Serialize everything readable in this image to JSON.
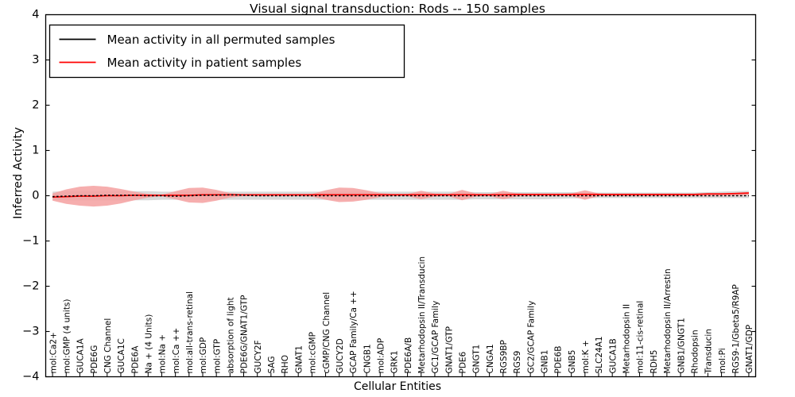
{
  "chart_data": {
    "type": "line",
    "title": "Visual signal transduction: Rods -- 150 samples",
    "xlabel": "Cellular Entities",
    "ylabel": "Inferred Activity",
    "ylim": [
      -4,
      4
    ],
    "yticks": [
      -4,
      -3,
      -2,
      -1,
      0,
      1,
      2,
      3,
      4
    ],
    "ytick_labels": [
      "−4",
      "−3",
      "−2",
      "−1",
      "0",
      "1",
      "2",
      "3",
      "4"
    ],
    "grid": false,
    "legend_position": "upper left",
    "legend": [
      {
        "label": "Mean activity in all permuted samples",
        "color": "#000000",
        "style": "solid"
      },
      {
        "label": "Mean activity in patient samples",
        "color": "#ff0000",
        "style": "solid"
      }
    ],
    "colors": {
      "permuted_mean": "#000000",
      "permuted_band": "#d9d9d9",
      "patient_mean": "#ff0000",
      "patient_band": "#f4a0a0",
      "axis": "#000000",
      "background": "#ffffff"
    },
    "categories": [
      "mol:Ca2+",
      "mol:GMP (4 units)",
      "GUCA1A",
      "PDE6G",
      "CNG Channel",
      "GUCA1C",
      "PDE6A",
      "Na + (4 Units)",
      "mol:Na +",
      "mol:Ca ++",
      "mol:all-trans-retinal",
      "mol:GDP",
      "mol:GTP",
      "absorption of light",
      "PDE6G/GNAT1/GTP",
      "GUCY2F",
      "SAG",
      "RHO",
      "GNAT1",
      "mol:cGMP",
      "cGMP/CNG Channel",
      "GUCY2D",
      "GCAP Family/Ca ++",
      "CNGB1",
      "mol:ADP",
      "GRK1",
      "PDE6A/B",
      "Metarhodopsin II/Transducin",
      "GC1/GCAP Family",
      "GNAT1/GTP",
      "PDE6",
      "GNGT1",
      "CNGA1",
      "RGS9BP",
      "RGS9",
      "GC2/GCAP Family",
      "GNB1",
      "PDE6B",
      "GNB5",
      "mol:K +",
      "SLC24A1",
      "GUCA1B",
      "Metarhodopsin II",
      "mol:11-cis-retinal",
      "RDH5",
      "Metarhodopsin II/Arrestin",
      "GNB1/GNGT1",
      "Rhodopsin",
      "Transducin",
      "mol:Pi",
      "RGS9-1/Gbeta5/R9AP",
      "GNAT1/GDP"
    ],
    "series": [
      {
        "name": "Mean activity in all permuted samples",
        "color": "#000000",
        "values": [
          -0.02,
          -0.01,
          0.0,
          0.0,
          0.01,
          0.01,
          0.01,
          0.0,
          0.0,
          -0.01,
          0.0,
          0.01,
          0.01,
          0.02,
          0.01,
          0.0,
          0.0,
          0.0,
          0.0,
          0.0,
          0.0,
          0.0,
          0.0,
          0.0,
          0.0,
          0.0,
          0.0,
          0.0,
          0.0,
          0.0,
          0.0,
          0.0,
          0.0,
          0.0,
          0.0,
          0.0,
          0.0,
          0.0,
          0.0,
          0.0,
          0.0,
          0.0,
          0.0,
          0.0,
          0.0,
          0.0,
          0.0,
          0.0,
          0.0,
          0.0,
          0.0,
          0.0
        ],
        "band_upper": [
          0.09,
          0.1,
          0.1,
          0.1,
          0.1,
          0.1,
          0.1,
          0.1,
          0.09,
          0.09,
          0.09,
          0.09,
          0.09,
          0.09,
          0.09,
          0.09,
          0.09,
          0.09,
          0.09,
          0.09,
          0.09,
          0.09,
          0.09,
          0.09,
          0.09,
          0.09,
          0.09,
          0.09,
          0.09,
          0.09,
          0.09,
          0.08,
          0.08,
          0.08,
          0.08,
          0.08,
          0.08,
          0.08,
          0.08,
          0.08,
          0.07,
          0.07,
          0.07,
          0.07,
          0.07,
          0.07,
          0.07,
          0.07,
          0.08,
          0.09,
          0.1,
          0.11
        ],
        "band_lower": [
          -0.09,
          -0.1,
          -0.1,
          -0.1,
          -0.1,
          -0.1,
          -0.1,
          -0.1,
          -0.09,
          -0.09,
          -0.09,
          -0.09,
          -0.09,
          -0.09,
          -0.09,
          -0.09,
          -0.09,
          -0.09,
          -0.09,
          -0.09,
          -0.09,
          -0.09,
          -0.09,
          -0.09,
          -0.09,
          -0.09,
          -0.09,
          -0.09,
          -0.09,
          -0.09,
          -0.09,
          -0.08,
          -0.08,
          -0.08,
          -0.08,
          -0.08,
          -0.08,
          -0.07,
          -0.06,
          -0.06,
          -0.05,
          -0.05,
          -0.05,
          -0.05,
          -0.05,
          -0.05,
          -0.05,
          -0.05,
          -0.05,
          -0.05,
          -0.05,
          -0.05
        ]
      },
      {
        "name": "Mean activity in patient samples",
        "color": "#ff0000",
        "values": [
          -0.03,
          -0.02,
          -0.01,
          -0.01,
          0.0,
          0.0,
          0.01,
          0.01,
          0.01,
          0.01,
          0.01,
          0.02,
          0.02,
          0.02,
          0.02,
          0.02,
          0.02,
          0.02,
          0.02,
          0.02,
          0.02,
          0.02,
          0.02,
          0.02,
          0.02,
          0.02,
          0.02,
          0.02,
          0.02,
          0.02,
          0.02,
          0.02,
          0.02,
          0.02,
          0.03,
          0.03,
          0.03,
          0.03,
          0.03,
          0.03,
          0.03,
          0.03,
          0.03,
          0.03,
          0.03,
          0.03,
          0.03,
          0.03,
          0.04,
          0.04,
          0.05,
          0.06
        ],
        "band_upper": [
          0.05,
          0.14,
          0.2,
          0.22,
          0.2,
          0.15,
          0.09,
          0.04,
          0.02,
          0.1,
          0.17,
          0.18,
          0.13,
          0.06,
          0.03,
          0.03,
          0.03,
          0.03,
          0.03,
          0.04,
          0.12,
          0.18,
          0.17,
          0.12,
          0.06,
          0.04,
          0.04,
          0.11,
          0.05,
          0.04,
          0.13,
          0.05,
          0.04,
          0.11,
          0.05,
          0.04,
          0.04,
          0.04,
          0.05,
          0.12,
          0.05,
          0.04,
          0.04,
          0.04,
          0.04,
          0.04,
          0.04,
          0.04,
          0.04,
          0.05,
          0.06,
          0.08
        ],
        "band_lower": [
          -0.11,
          -0.18,
          -0.22,
          -0.24,
          -0.22,
          -0.17,
          -0.1,
          -0.04,
          -0.01,
          -0.08,
          -0.15,
          -0.16,
          -0.11,
          -0.04,
          -0.01,
          -0.01,
          -0.01,
          -0.01,
          -0.01,
          -0.02,
          -0.09,
          -0.14,
          -0.13,
          -0.09,
          -0.03,
          -0.01,
          -0.01,
          -0.08,
          -0.02,
          -0.01,
          -0.1,
          -0.02,
          -0.01,
          -0.08,
          -0.02,
          -0.01,
          -0.01,
          -0.01,
          -0.01,
          -0.09,
          -0.01,
          -0.01,
          -0.01,
          -0.01,
          -0.01,
          -0.01,
          -0.01,
          -0.01,
          -0.01,
          -0.01,
          0.0,
          0.01
        ]
      }
    ]
  }
}
